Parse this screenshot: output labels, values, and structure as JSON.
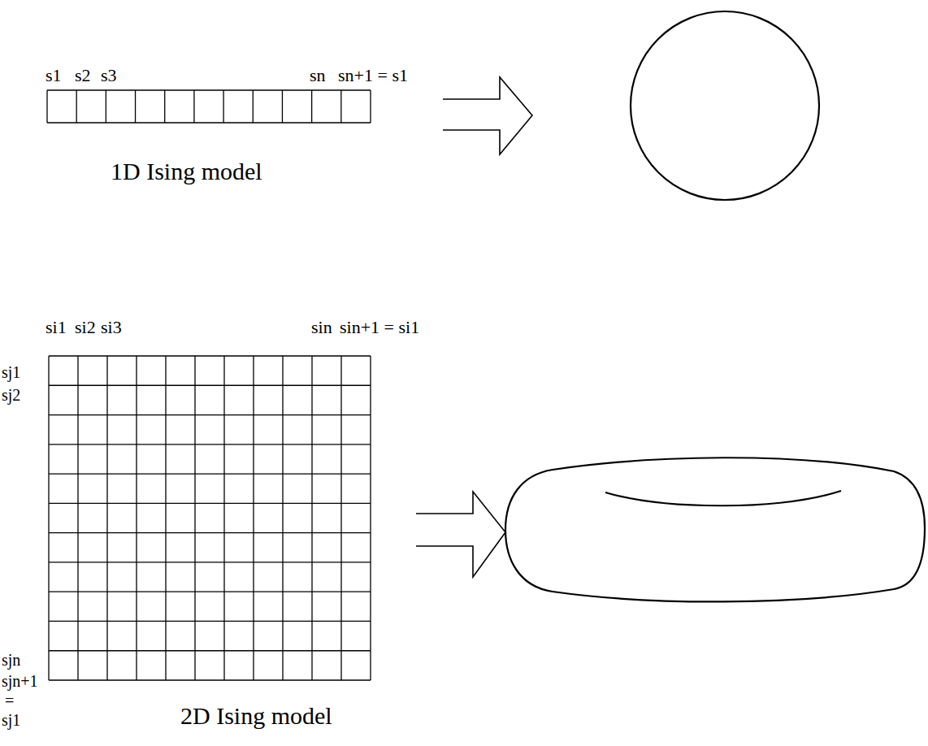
{
  "diagram": {
    "labels": [
      "s1",
      "s2",
      "s3",
      "sn",
      "sn+1 = s1",
      "1D Ising model",
      "si1",
      "si2",
      "si3",
      "sin",
      "sin+1 = si1",
      "sj1",
      "sj2",
      "sjn",
      "sjn+1",
      "=",
      "sj1",
      "2D Ising model"
    ]
  }
}
